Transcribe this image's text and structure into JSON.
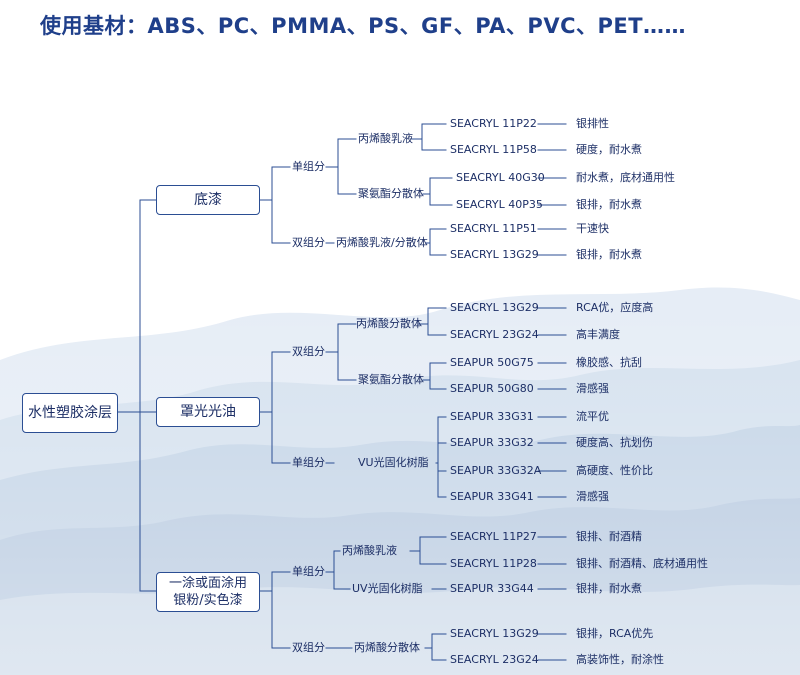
{
  "title": "使用基材：ABS、PC、PMMA、PS、GF、PA、PVC、PET……",
  "colors": {
    "line": "#2b4e93",
    "text": "#1d2f66",
    "title": "#1f3f8a"
  },
  "root": "水性塑胶涂层",
  "cat_dq": "底漆",
  "cat_zg": "罩光光油",
  "cat_yt_1": "一涂或面涂用",
  "cat_yt_2": "银粉/实色漆",
  "dq_single": "单组分",
  "dq_double": "双组分",
  "dq_s_acrylic_emulsion": "丙烯酸乳液",
  "dq_s_pu_dispersion": "聚氨酯分散体",
  "dq_d_acrylic_emulsion_dispersion": "丙烯酸乳液/分散体",
  "zg_double": "双组分",
  "zg_single": "单组分",
  "zg_d_acrylic_dispersion": "丙烯酸分散体",
  "zg_d_pu_dispersion": "聚氨酯分散体",
  "zg_s_uv_resin": "VU光固化树脂",
  "yt_single": "单组分",
  "yt_double": "双组分",
  "yt_s_acrylic_emulsion": "丙烯酸乳液",
  "yt_s_uv_resin": "UV光固化树脂",
  "yt_d_acrylic_dispersion": "丙烯酸分散体",
  "products": [
    {
      "name": "SEACRYL 11P22",
      "desc": "银排性"
    },
    {
      "name": "SEACRYL 11P58",
      "desc": "硬度，耐水煮"
    },
    {
      "name": "SEACRYL 40G30",
      "desc": "耐水煮，底材通用性"
    },
    {
      "name": "SEACRYL 40P35",
      "desc": "银排，耐水煮"
    },
    {
      "name": "SEACRYL 11P51",
      "desc": "干速快"
    },
    {
      "name": "SEACRYL 13G29",
      "desc": "银排，耐水煮"
    },
    {
      "name": "SEACRYL 13G29",
      "desc": "RCA优，应度高"
    },
    {
      "name": "SEACRYL 23G24",
      "desc": "高丰满度"
    },
    {
      "name": "SEAPUR 50G75",
      "desc": "橡胶感、抗刮"
    },
    {
      "name": "SEAPUR  50G80",
      "desc": "滑感强"
    },
    {
      "name": "SEAPUR 33G31",
      "desc": "流平优"
    },
    {
      "name": "SEAPUR 33G32",
      "desc": "硬度高、抗划伤"
    },
    {
      "name": "SEAPUR 33G32A",
      "desc": "高硬度、性价比"
    },
    {
      "name": "SEAPUR  33G41",
      "desc": "滑感强"
    },
    {
      "name": "SEACRYL 11P27",
      "desc": "银排、耐酒精"
    },
    {
      "name": "SEACRYL 11P28",
      "desc": "银排、耐酒精、底材通用性"
    },
    {
      "name": "SEAPUR  33G44",
      "desc": "银排，耐水煮"
    },
    {
      "name": "SEACRYL 13G29",
      "desc": "银排，RCA优先"
    },
    {
      "name": "SEACRYL 23G24",
      "desc": "高装饰性，耐涂性"
    }
  ]
}
